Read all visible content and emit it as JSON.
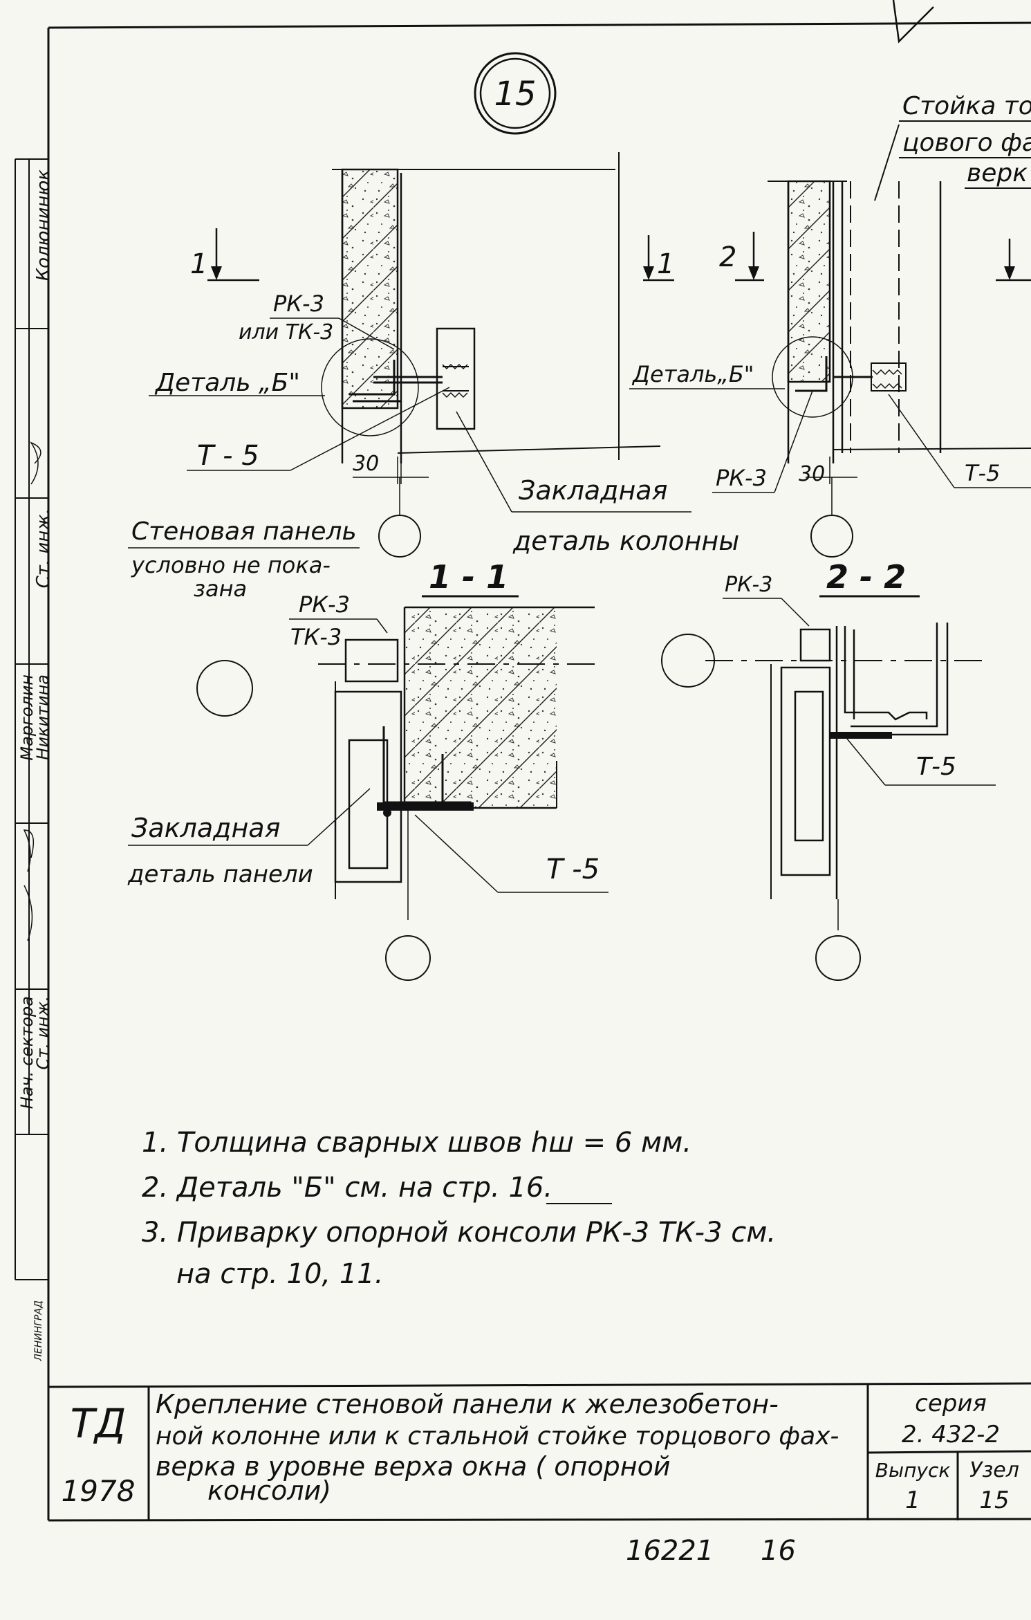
{
  "sheet": {
    "node_number": "15",
    "labels_top_right": [
      "Стойка то",
      "цового фа",
      "верк"
    ]
  },
  "section_marks": {
    "mark_1_left": "1",
    "mark_1_right": "1",
    "mark_2_left": "2"
  },
  "left_view": {
    "rk3_label": "РК-3",
    "or_tk3_label": "или ТК-3",
    "detail_b_label": "Деталь „Б\"",
    "t5_label": "Т - 5",
    "dim_30": "30",
    "embedded_col_1": "Закладная",
    "embedded_col_2": "деталь  колонны"
  },
  "right_view": {
    "detail_b_label": "Деталь„Б\"",
    "rk3_label": "РК-3",
    "dim_30": "30",
    "t5_label": "Т-5"
  },
  "section_1_1": {
    "title": "1 - 1",
    "wall_note_1": "Стеновая панель",
    "wall_note_2": "условно не пока-",
    "wall_note_3": "зана",
    "rk3_label": "РК-3",
    "tk3_label": "ТК-3",
    "embedded_panel_1": "Закладная",
    "embedded_panel_2": "деталь панели",
    "t5_label": "Т -5"
  },
  "section_2_2": {
    "title": "2 - 2",
    "rk3_label": "РК-3",
    "t5_label": "Т-5"
  },
  "notes": [
    "1.  Толщина  сварных  швов  hш = 6 мм.",
    "2.  Деталь  \"Б\"  см.  на  стр.  16.",
    "3.  Приварку   опорной   консоли  РК-3 ТК-3 см.",
    "на  стр.  10, 11."
  ],
  "left_stamp": {
    "role_1": "Нач. сектора",
    "role_2": "Ст. инж.",
    "role_3": "Ст. инж.",
    "name_1": "Марголин",
    "name_2": "Никитина",
    "name_3": "Колюнинюк",
    "org_1": "ЛЕНИНГРАД"
  },
  "title_block": {
    "td": "ТД",
    "year": "1978",
    "title_line_1": "Крепление   стеновой   панели  к  железобетон-",
    "title_line_2": "ной   колонне или к стальной стойке  торцового  фах-",
    "title_line_3": "верка    в  уровне   верха   окна ( опорной",
    "title_line_4": "консоли)",
    "series_label": "серия",
    "series_value": "2. 432-2",
    "issue_label": "Выпуск",
    "issue_value": "1",
    "node_label": "Узел",
    "node_value": "15"
  },
  "footer": {
    "inventory": "16221",
    "page": "16"
  }
}
